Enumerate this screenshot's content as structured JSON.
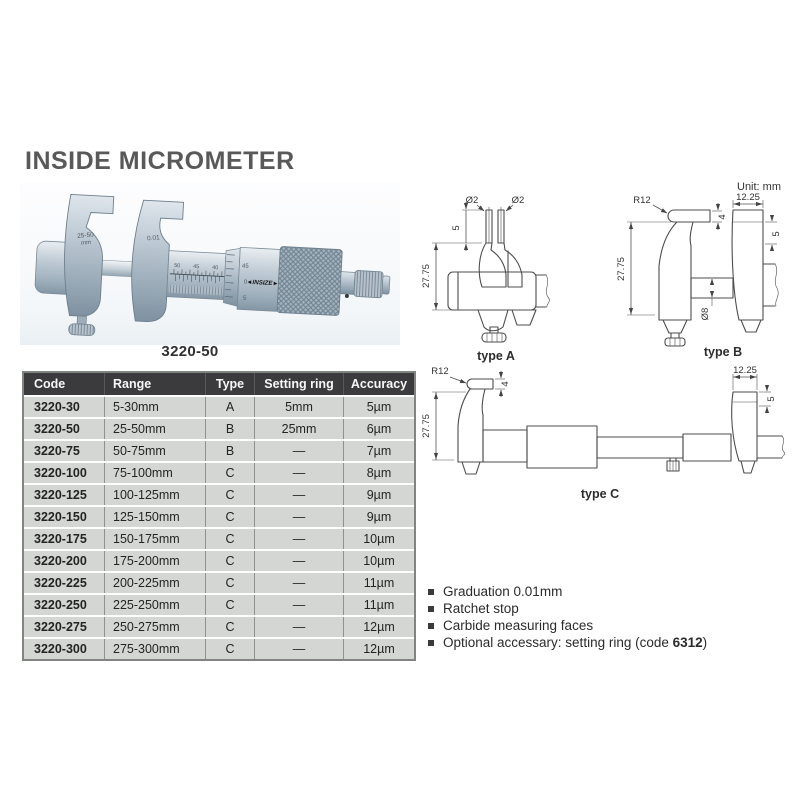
{
  "page": {
    "title": "INSIDE MICROMETER",
    "unit_label": "Unit: mm"
  },
  "colors": {
    "table_header_bg": "#3b3b3d",
    "table_row_bg": "#d3d6d2",
    "title_color": "#595959",
    "metal_light": "#dde4ea",
    "metal_mid": "#aebcc7",
    "metal_dark": "#8298a8"
  },
  "product": {
    "caption": "3220-50",
    "photo": {
      "jaw_label_range": "25-50",
      "jaw_label_unit": "mm",
      "jaw_label_graduation": "0.01",
      "sleeve_numbers": [
        "50",
        "45",
        "40"
      ],
      "thimble_numbers": [
        "45",
        "0",
        "5"
      ],
      "brand": "◄INSIZE►"
    }
  },
  "spec_table": {
    "columns": [
      "Code",
      "Range",
      "Type",
      "Setting ring",
      "Accuracy"
    ],
    "rows": [
      [
        "3220-30",
        "5-30mm",
        "A",
        "5mm",
        "5µm"
      ],
      [
        "3220-50",
        "25-50mm",
        "B",
        "25mm",
        "6µm"
      ],
      [
        "3220-75",
        "50-75mm",
        "B",
        "—",
        "7µm"
      ],
      [
        "3220-100",
        "75-100mm",
        "C",
        "—",
        "8µm"
      ],
      [
        "3220-125",
        "100-125mm",
        "C",
        "—",
        "9µm"
      ],
      [
        "3220-150",
        "125-150mm",
        "C",
        "—",
        "9µm"
      ],
      [
        "3220-175",
        "150-175mm",
        "C",
        "—",
        "10µm"
      ],
      [
        "3220-200",
        "175-200mm",
        "C",
        "—",
        "10µm"
      ],
      [
        "3220-225",
        "200-225mm",
        "C",
        "—",
        "11µm"
      ],
      [
        "3220-250",
        "225-250mm",
        "C",
        "—",
        "11µm"
      ],
      [
        "3220-275",
        "250-275mm",
        "C",
        "—",
        "12µm"
      ],
      [
        "3220-300",
        "275-300mm",
        "C",
        "—",
        "12µm"
      ]
    ]
  },
  "drawing_a": {
    "label": "type A",
    "dim_d2_left": "Ø2",
    "dim_d2_right": "Ø2",
    "dim_5": "5",
    "dim_2775": "27.75"
  },
  "drawing_b": {
    "label": "type B",
    "dim_r12": "R12",
    "dim_4": "4",
    "dim_1225": "12.25",
    "dim_5": "5",
    "dim_2775": "27.75",
    "dim_d8": "Ø8"
  },
  "drawing_c": {
    "label": "type C",
    "dim_r12": "R12",
    "dim_4": "4",
    "dim_2775": "27.75",
    "dim_1225": "12.25",
    "dim_5": "5"
  },
  "features": {
    "items": [
      {
        "segments": [
          {
            "text": "Graduation 0.01mm",
            "bold": false
          }
        ]
      },
      {
        "segments": [
          {
            "text": "Ratchet stop",
            "bold": false
          }
        ]
      },
      {
        "segments": [
          {
            "text": "Carbide measuring faces",
            "bold": false
          }
        ]
      },
      {
        "segments": [
          {
            "text": "Optional accessary: setting ring (code ",
            "bold": false
          },
          {
            "text": "6312",
            "bold": true
          },
          {
            "text": ")",
            "bold": false
          }
        ]
      }
    ]
  }
}
